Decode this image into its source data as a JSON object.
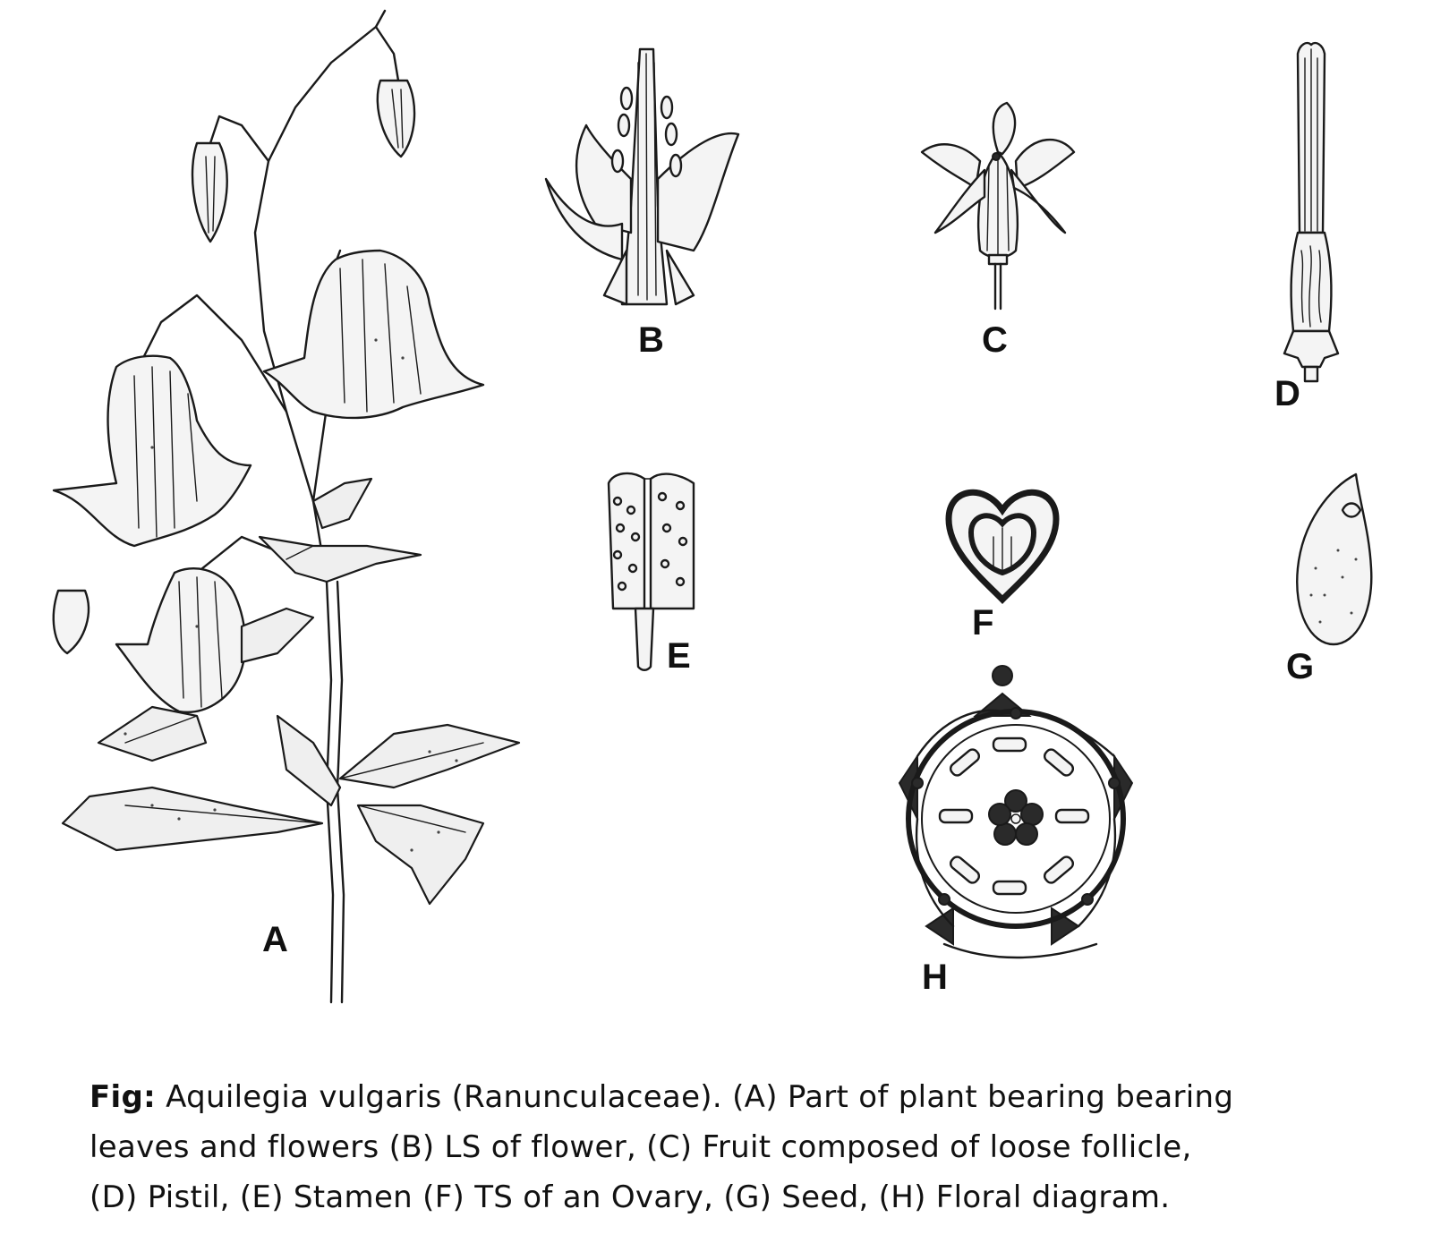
{
  "figure": {
    "panels": [
      {
        "id": "A",
        "label": "A",
        "depicts": "Part of plant bearing bearing leaves and flowers"
      },
      {
        "id": "B",
        "label": "B",
        "depicts": "LS of flower"
      },
      {
        "id": "C",
        "label": "C",
        "depicts": "Fruit composed of loose follicle"
      },
      {
        "id": "D",
        "label": "D",
        "depicts": "Pistil"
      },
      {
        "id": "E",
        "label": "E",
        "depicts": "Stamen"
      },
      {
        "id": "F",
        "label": "F",
        "depicts": "TS of an Ovary"
      },
      {
        "id": "G",
        "label": "G",
        "depicts": "Seed"
      },
      {
        "id": "H",
        "label": "H",
        "depicts": "Floral diagram"
      }
    ]
  },
  "caption": {
    "lead": "Fig:",
    "line1": "Aquilegia vulgaris (Ranunculaceae). (A) Part of plant bearing bearing",
    "line2": "leaves and flowers (B) LS of flower, (C) Fruit composed of loose follicle,",
    "line3": "(D) Pistil, (E) Stamen (F) TS of an Ovary, (G) Seed, (H) Floral diagram."
  },
  "colors": {
    "ink": "#1a1a1a",
    "paper": "#ffffff",
    "fill": "#f4f4f4"
  }
}
